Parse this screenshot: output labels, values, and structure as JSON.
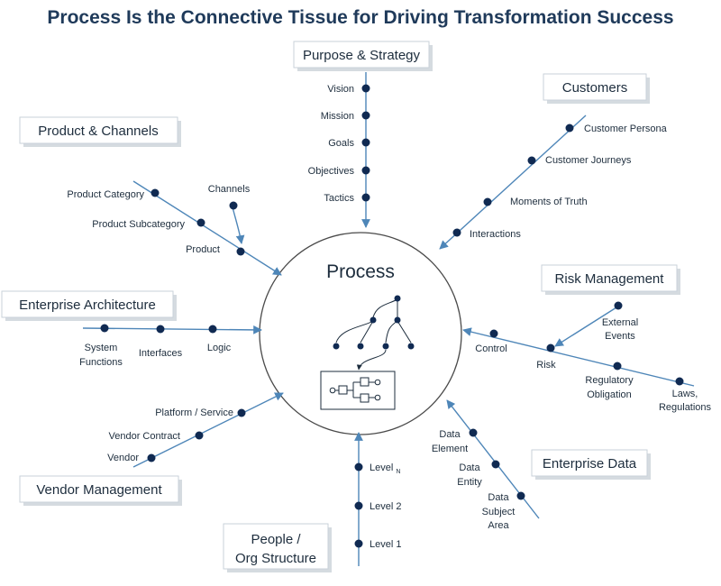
{
  "title": "Process Is the Connective Tissue for Driving Transformation Success",
  "center": {
    "label": "Process"
  },
  "categories": {
    "purpose": {
      "label": "Purpose & Strategy",
      "items": [
        "Vision",
        "Mission",
        "Goals",
        "Objectives",
        "Tactics"
      ]
    },
    "customers": {
      "label": "Customers",
      "items": [
        "Customer Persona",
        "Customer Journeys",
        "Moments of Truth",
        "Interactions"
      ]
    },
    "product": {
      "label": "Product & Channels",
      "items": [
        "Product Category",
        "Channels",
        "Product Subcategory",
        "Product"
      ]
    },
    "enterprise_arch": {
      "label": "Enterprise Architecture",
      "items": [
        "System Functions",
        "Interfaces",
        "Logic"
      ]
    },
    "risk": {
      "label": "Risk Management",
      "items": [
        "External Events",
        "Control",
        "Risk",
        "Regulatory Obligation",
        "Laws, Regulations"
      ]
    },
    "vendor": {
      "label": "Vendor Management",
      "items": [
        "Platform / Service",
        "Vendor Contract",
        "Vendor"
      ]
    },
    "enterprise_data": {
      "label": "Enterprise Data",
      "items": [
        "Data Element",
        "Data Entity",
        "Data Subject Area"
      ]
    },
    "people": {
      "label": "People / Org Structure",
      "items": [
        "Level",
        "N",
        "Level 2",
        "Level 1"
      ]
    }
  },
  "colors": {
    "title": "#1f3a5a",
    "node": "#102a52",
    "spoke": "#4e86b8"
  }
}
